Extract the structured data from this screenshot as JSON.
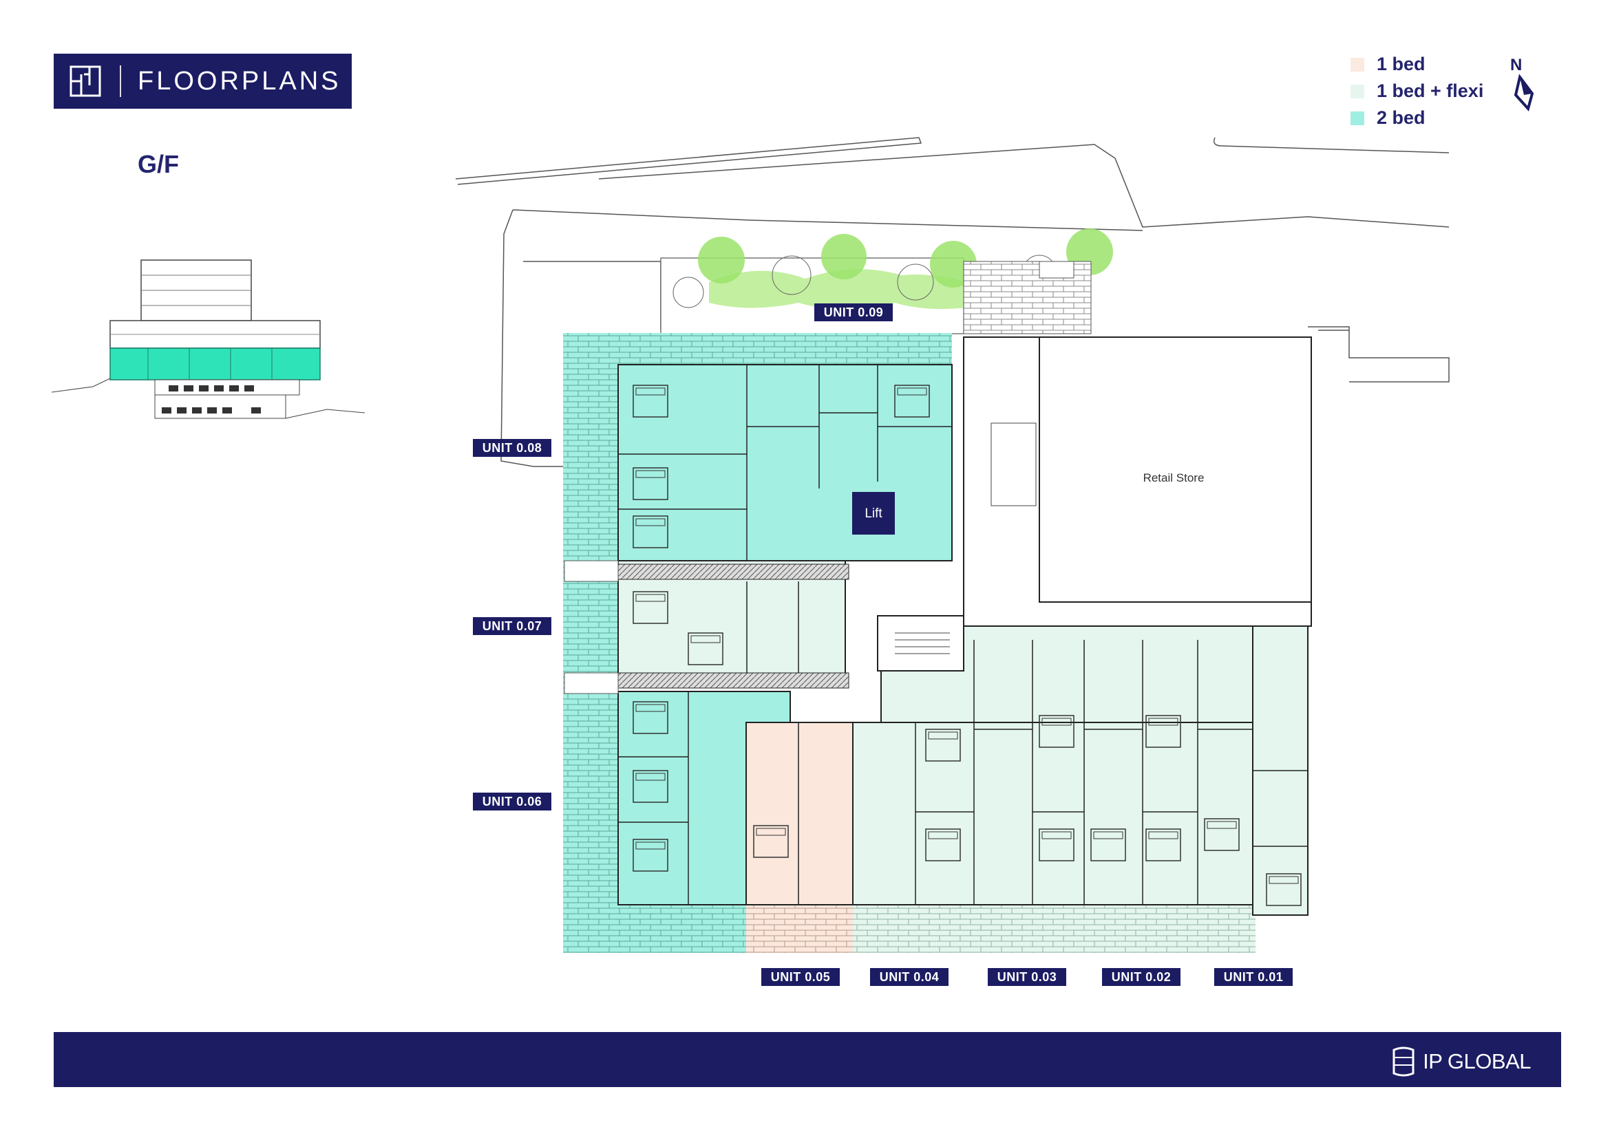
{
  "header": {
    "title": "FLOORPLANS"
  },
  "floor": {
    "label": "G/F"
  },
  "legend": [
    {
      "label": "1 bed",
      "color": "#fbeadf"
    },
    {
      "label": "1 bed + flexi",
      "color": "#e6f6ee"
    },
    {
      "label": "2 bed",
      "color": "#9eefe1"
    }
  ],
  "north": {
    "label": "N"
  },
  "plan": {
    "lift_label": "Lift",
    "retail_label": "Retail Store",
    "colors": {
      "one_bed": "#fbe7dc",
      "flexi": "#e4f6ee",
      "two_bed": "#a3efe2",
      "trees": "#9be36a",
      "lift": "#1c1c63"
    }
  },
  "units": [
    {
      "label": "UNIT 0.09"
    },
    {
      "label": "UNIT 0.08"
    },
    {
      "label": "UNIT 0.07"
    },
    {
      "label": "UNIT 0.06"
    },
    {
      "label": "UNIT 0.05"
    },
    {
      "label": "UNIT 0.04"
    },
    {
      "label": "UNIT 0.03"
    },
    {
      "label": "UNIT 0.02"
    },
    {
      "label": "UNIT 0.01"
    }
  ],
  "footer": {
    "brand": "IP GLOBAL"
  },
  "brand_colors": {
    "navy": "#1c1c63",
    "highlight_floor": "#2fe3b8"
  }
}
